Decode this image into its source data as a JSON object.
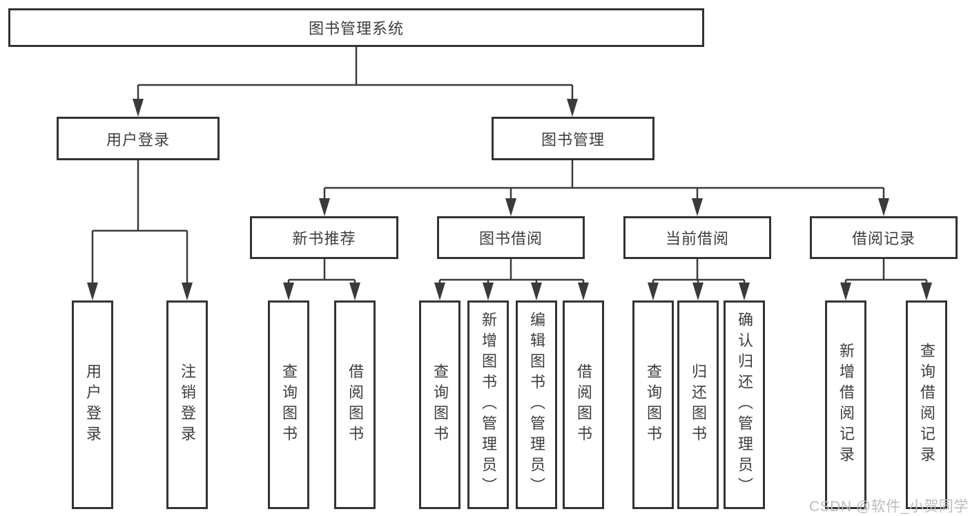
{
  "diagram": {
    "title": "图书管理系统",
    "watermark": "CSDN @软件_小贺同学",
    "colors": {
      "line": "#3a3a3a",
      "box_border": "#333333",
      "text": "#3d3d42",
      "watermark_text": "#bcbcbc",
      "background": "#ffffff"
    },
    "tree": {
      "label": "图书管理系统",
      "children": [
        {
          "label": "用户登录",
          "children": [
            {
              "label": "用户登录"
            },
            {
              "label": "注销登录"
            }
          ]
        },
        {
          "label": "图书管理",
          "children": [
            {
              "label": "新书推荐",
              "children": [
                {
                  "label": "查询图书"
                },
                {
                  "label": "借阅图书"
                }
              ]
            },
            {
              "label": "图书借阅",
              "children": [
                {
                  "label": "查询图书"
                },
                {
                  "label": "新增图书（管理员）"
                },
                {
                  "label": "编辑图书（管理员）"
                },
                {
                  "label": "借阅图书"
                }
              ]
            },
            {
              "label": "当前借阅",
              "children": [
                {
                  "label": "查询图书"
                },
                {
                  "label": "归还图书"
                },
                {
                  "label": "确认归还（管理员）"
                }
              ]
            },
            {
              "label": "借阅记录",
              "children": [
                {
                  "label": "新增借阅记录"
                },
                {
                  "label": "查询借阅记录"
                }
              ]
            }
          ]
        }
      ]
    }
  }
}
